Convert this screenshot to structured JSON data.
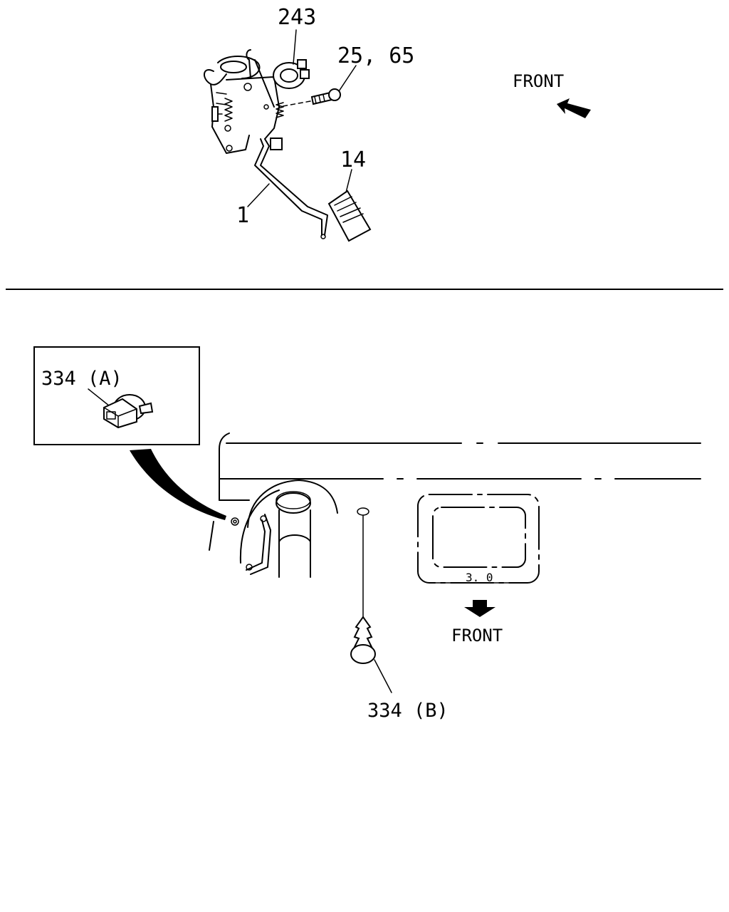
{
  "upper_view": {
    "callouts": {
      "sensor": "243",
      "bolt": "25, 65",
      "pedal_arm": "1",
      "pedal_pad": "14"
    },
    "direction_label": "FRONT"
  },
  "lower_view": {
    "inset_callout": "334 (A)",
    "clip_callout": "334 (B)",
    "mat_dimension": "3. 0",
    "direction_label": "FRONT"
  }
}
